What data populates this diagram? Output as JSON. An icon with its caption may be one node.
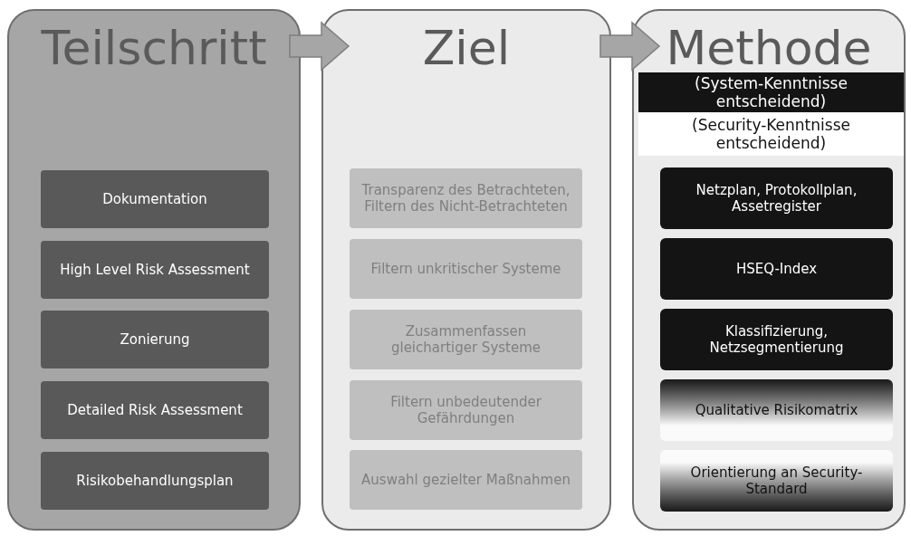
{
  "diagram": {
    "nodes": [
      {
        "text": [
          "Teilschritt"
        ]
      },
      {
        "text": [
          "Dokumentation"
        ],
        "in": 0
      },
      {
        "text": [
          "High Level Risk Assessment"
        ],
        "in": 0
      },
      {
        "text": [
          "Zonierung"
        ],
        "in": 0
      },
      {
        "text": [
          "Detailed Risk Assessment"
        ],
        "in": 0
      },
      {
        "text": [
          "Risikobehandlungsplan"
        ],
        "in": 0
      },
      {
        "text": [
          "Ziel"
        ]
      },
      {
        "text": [
          "Transparenz des Betrachteten, Filtern des Nicht-Betrachteten"
        ],
        "in": 6
      },
      {
        "text": [
          "Filtern unkritischer Systeme"
        ],
        "in": 6
      },
      {
        "text": [
          "Zusammenfassen gleichartiger Systeme"
        ],
        "in": 6
      },
      {
        "text": [
          "Filtern unbedeutender Gefährdungen"
        ],
        "in": 6
      },
      {
        "text": [
          "Auswahl gezielter Maßnahmen"
        ],
        "in": 6
      },
      {
        "text": [
          "Methode"
        ]
      },
      {
        "text": [
          "(System-Kenntnisse entscheidend)"
        ],
        "in": 12
      },
      {
        "text": [
          "(Security-Kenntnisse entscheidend)"
        ],
        "in": 12
      },
      {
        "text": [
          "Netzplan, Protokollplan, Assetregister"
        ],
        "in": 12
      },
      {
        "text": [
          "HSEQ-Index"
        ],
        "in": 12
      },
      {
        "text": [
          "Klassifizierung, Netzsegmentierung"
        ],
        "in": 12
      },
      {
        "text": [
          "Qualitative Risikomatrix"
        ],
        "in": 12
      },
      {
        "text": [
          "Orientierung an Security-Standard"
        ],
        "in": 12
      }
    ],
    "edges": [
      {
        "from": 0,
        "to": 6,
        "arrow": "to"
      },
      {
        "from": 6,
        "to": 12,
        "arrow": "to"
      }
    ]
  }
}
